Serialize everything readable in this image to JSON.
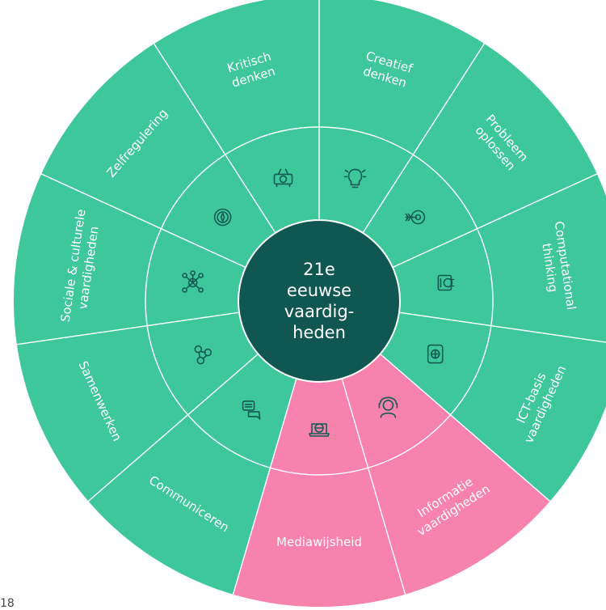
{
  "title": "21e eeuwse vaardig- heden",
  "center_lines": [
    "21e",
    "eeuwse",
    "vaardig-",
    "heden"
  ],
  "colors": {
    "green": "#3ec79a",
    "pink": "#f783ac",
    "center": "#0f5750",
    "line": "#ffffff",
    "icon": "#155a52"
  },
  "segments": [
    {
      "lines": [
        "Creatief",
        "denken"
      ],
      "icon": "lightbulb-icon",
      "color": "green"
    },
    {
      "lines": [
        "Probleem",
        "oplossen"
      ],
      "icon": "target-arrow-icon",
      "color": "green"
    },
    {
      "lines": [
        "Computational",
        "thinking"
      ],
      "icon": "computer-chip-icon",
      "color": "green"
    },
    {
      "lines": [
        "ICT-basis",
        "vaardigheden"
      ],
      "icon": "tablet-globe-icon",
      "color": "green"
    },
    {
      "lines": [
        "Informatie",
        "vaardigheden"
      ],
      "icon": "search-person-icon",
      "color": "pink"
    },
    {
      "lines": [
        "Mediawijsheid"
      ],
      "icon": "laptop-globe-icon",
      "color": "pink"
    },
    {
      "lines": [
        "Communiceren"
      ],
      "icon": "chat-bubbles-icon",
      "color": "green"
    },
    {
      "lines": [
        "Samenwerken"
      ],
      "icon": "people-connected-icon",
      "color": "green"
    },
    {
      "lines": [
        "Sociale & culturele",
        "vaardigheden"
      ],
      "icon": "network-hub-icon",
      "color": "green"
    },
    {
      "lines": [
        "Zelfregulering"
      ],
      "icon": "compass-icon",
      "color": "green"
    },
    {
      "lines": [
        "Kritisch",
        "denken"
      ],
      "icon": "projector-icon",
      "color": "green"
    }
  ],
  "page_number": "18"
}
